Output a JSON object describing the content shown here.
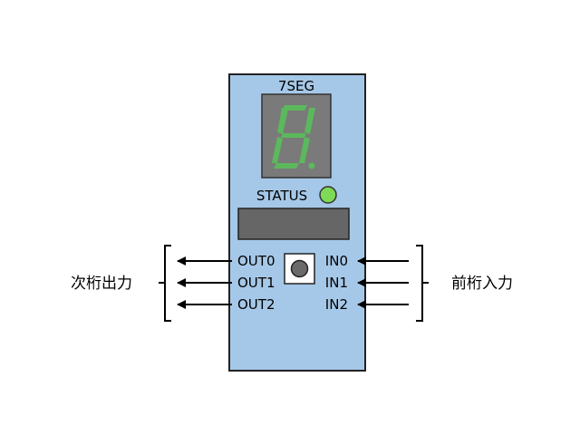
{
  "module": {
    "title": "7SEG",
    "status_label": "STATUS",
    "digit": "8."
  },
  "outputs": [
    "OUT0",
    "OUT1",
    "OUT2"
  ],
  "inputs": [
    "IN0",
    "IN1",
    "IN2"
  ],
  "left_group_label": "次桁出力",
  "right_group_label": "前桁入力",
  "colors": {
    "module_fill": "#a6c8e8",
    "module_border": "#222222",
    "display_fill": "#7a7a7a",
    "segment_color": "#5cb85c",
    "status_led": "#7ed957",
    "slot_fill": "#666666",
    "button_frame": "#ffffff",
    "button_knob": "#6a6a6a"
  }
}
